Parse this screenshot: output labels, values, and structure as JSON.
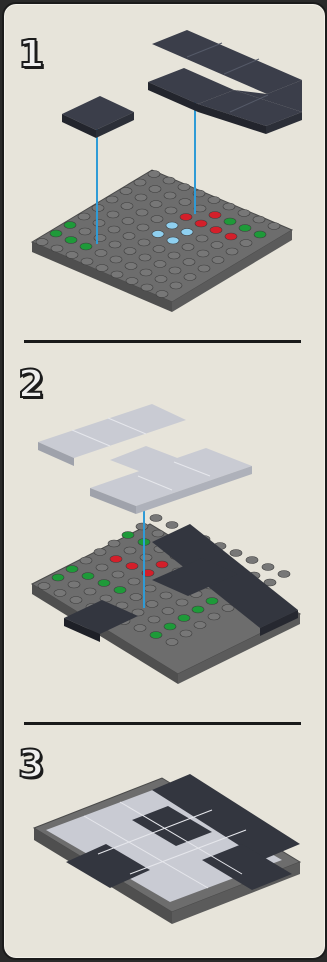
{
  "steps": [
    {
      "number": "1"
    },
    {
      "number": "2"
    },
    {
      "number": "3"
    }
  ],
  "colors": {
    "background": "#e7e4da",
    "baseplate": "#6e6e6e",
    "dark_tile": "#333641",
    "light_tile": "#c9cbd3",
    "stud_red": "#d41f2a",
    "stud_green": "#1e9a39",
    "stud_blue": "#8fd0f0",
    "guide_line": "#2f9bd6"
  }
}
